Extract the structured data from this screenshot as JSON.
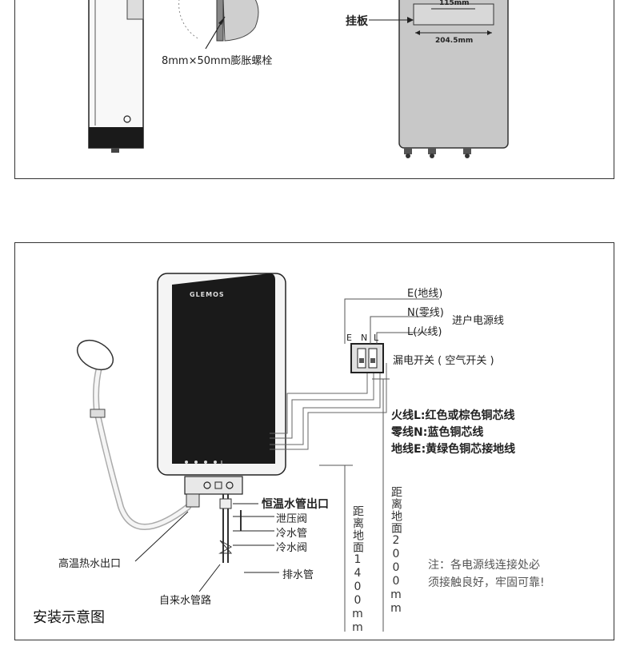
{
  "top_panel": {
    "bolt_label": "8mm×50mm膨胀螺栓",
    "hanger_label": "挂板",
    "dim_top": "115mm",
    "dim_bottom": "204.5mm"
  },
  "bottom_panel": {
    "brand": "GLEMOS",
    "wire_e": "E(地线)",
    "wire_n": "N(零线)",
    "wire_l": "L(火线)",
    "power_line": "进户电源线",
    "terminal_e": "E",
    "terminal_n": "N",
    "terminal_l": "L",
    "breaker": "漏电开关 ( 空气开关 )",
    "color_info": [
      "火线L:红色或棕色铜芯线",
      "零线N:蓝色铜芯线",
      "地线E:黄绿色铜芯接地线"
    ],
    "outlet_label": "恒温水管出口",
    "relief_valve": "泄压阀",
    "cold_pipe": "冷水管",
    "cold_valve": "冷水阀",
    "drain_pipe": "排水管",
    "hot_outlet": "高温热水出口",
    "tap_water": "自来水管路",
    "height_1400": "距离地面1400mm",
    "height_2000": "距离地面2000mm",
    "note_lines": [
      "注：各电源线连接处必",
      "须接触良好，牢固可靠!"
    ],
    "caption": "安装示意图"
  },
  "colors": {
    "border": "#333333",
    "heater_dark": "#1a1a1a",
    "heater_body": "#f2f2f2",
    "back_panel": "#c8c8c8"
  }
}
